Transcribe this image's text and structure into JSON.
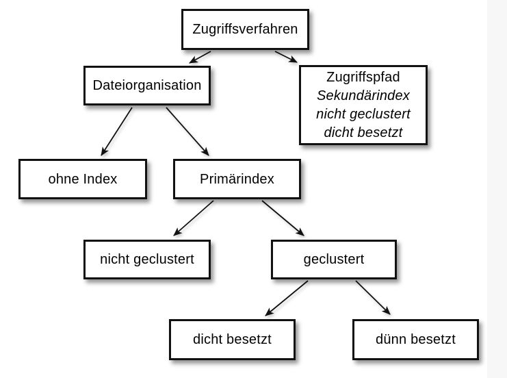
{
  "diagram": {
    "kind": "tree",
    "language": "de",
    "colors": {
      "canvas": "#ffffff",
      "box_fill": "#ffffff",
      "box_border": "#111111",
      "arrow": "#111111",
      "right_band": "#f7f7f8"
    },
    "nodes": {
      "zugriffsverfahren": {
        "label": "Zugriffsverfahren"
      },
      "dateiorganisation": {
        "label": "Dateiorganisation"
      },
      "zugriffspfad": {
        "line1": "Zugriffspfad",
        "line2": "Sekundärindex",
        "line3": "nicht geclustert",
        "line4": "dicht besetzt"
      },
      "ohne_index": {
        "label": "ohne Index"
      },
      "primaerindex": {
        "label": "Primärindex"
      },
      "nicht_geclustert": {
        "label": "nicht geclustert"
      },
      "geclustert": {
        "label": "geclustert"
      },
      "dicht_besetzt": {
        "label": "dicht besetzt"
      },
      "duenn_besetzt": {
        "label": "dünn besetzt"
      }
    },
    "edges": [
      {
        "from": "Zugriffsverfahren",
        "to": "Dateiorganisation"
      },
      {
        "from": "Zugriffsverfahren",
        "to": "Zugriffspfad"
      },
      {
        "from": "Dateiorganisation",
        "to": "ohne Index"
      },
      {
        "from": "Dateiorganisation",
        "to": "Primärindex"
      },
      {
        "from": "Primärindex",
        "to": "nicht geclustert"
      },
      {
        "from": "Primärindex",
        "to": "geclustert"
      },
      {
        "from": "geclustert",
        "to": "dicht besetzt"
      },
      {
        "from": "geclustert",
        "to": "dünn besetzt"
      }
    ]
  }
}
